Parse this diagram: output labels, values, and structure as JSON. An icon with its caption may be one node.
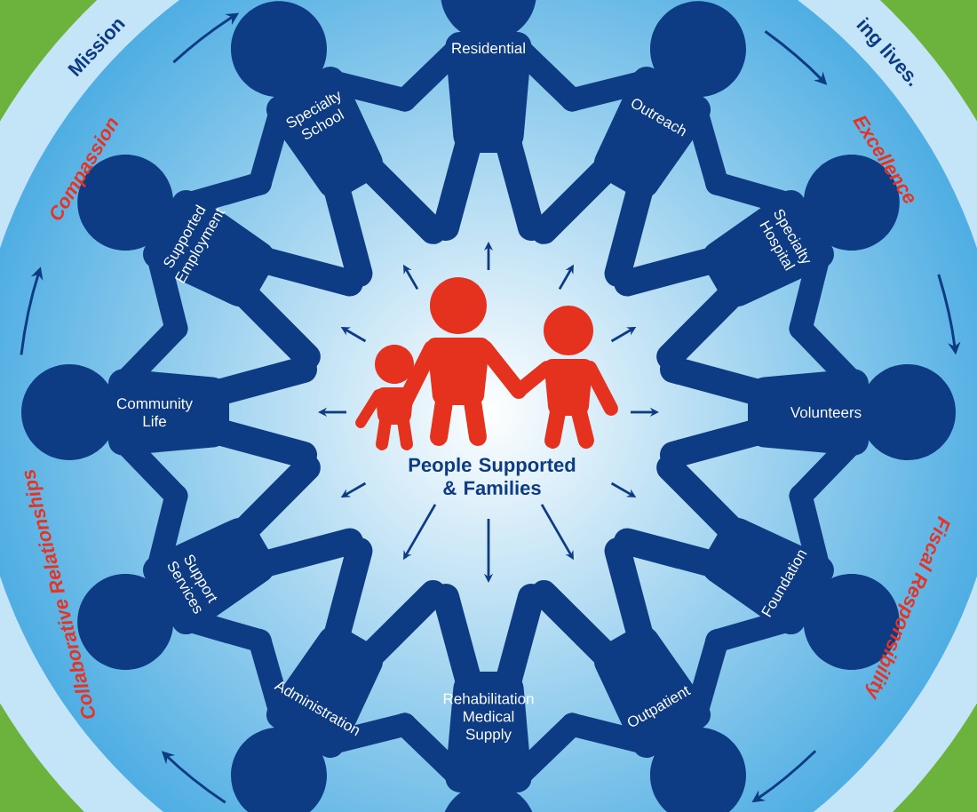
{
  "diagram": {
    "nodes": [
      {
        "text": [
          "People Supported & Families"
        ]
      },
      {
        "text": [
          "Residential"
        ]
      },
      {
        "text": [
          "Outreach"
        ]
      },
      {
        "text": [
          "Specialty Hospital"
        ]
      },
      {
        "text": [
          "Volunteers"
        ]
      },
      {
        "text": [
          "Foundation"
        ]
      },
      {
        "text": [
          "Outpatient"
        ]
      },
      {
        "text": [
          "Rehabilitation Medical Supply"
        ]
      },
      {
        "text": [
          "Administration"
        ]
      },
      {
        "text": [
          "Support Services"
        ]
      },
      {
        "text": [
          "Community Life"
        ]
      },
      {
        "text": [
          "Supported Employment"
        ]
      },
      {
        "text": [
          "Specialty School"
        ]
      }
    ],
    "edges": [
      {
        "from": 0,
        "to": 1,
        "arrow": "to"
      },
      {
        "from": 0,
        "to": 2,
        "arrow": "to"
      },
      {
        "from": 0,
        "to": 3,
        "arrow": "to"
      },
      {
        "from": 0,
        "to": 4,
        "arrow": "to"
      },
      {
        "from": 0,
        "to": 5,
        "arrow": "to"
      },
      {
        "from": 0,
        "to": 6,
        "arrow": "to"
      },
      {
        "from": 0,
        "to": 7,
        "arrow": "to"
      },
      {
        "from": 0,
        "to": 8,
        "arrow": "to"
      },
      {
        "from": 0,
        "to": 9,
        "arrow": "to"
      },
      {
        "from": 0,
        "to": 10,
        "arrow": "to"
      },
      {
        "from": 0,
        "to": 11,
        "arrow": "to"
      },
      {
        "from": 0,
        "to": 12,
        "arrow": "to"
      }
    ],
    "labels": [
      "Mission",
      "ing lives.",
      "Compassion",
      "Excellence",
      "Collaborative Relationships",
      "Fiscal Responsibility"
    ]
  }
}
